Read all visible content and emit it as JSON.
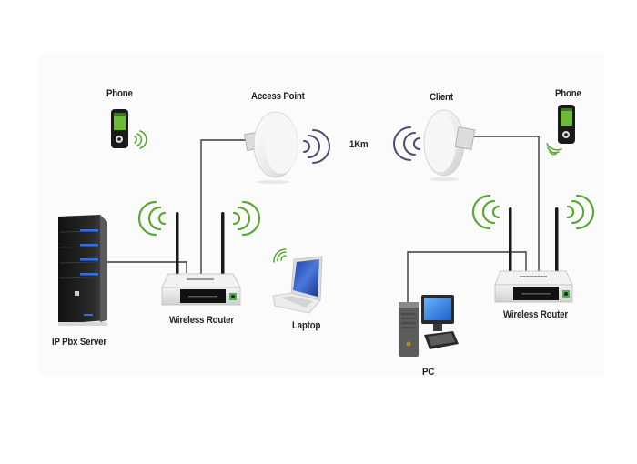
{
  "title": "Wireless point-to-point network with IP PBX",
  "nodes": {
    "phone_left": {
      "label": "Phone"
    },
    "access_point": {
      "label": "Access Point"
    },
    "distance": {
      "label": "1Km"
    },
    "client": {
      "label": "Client"
    },
    "phone_right": {
      "label": "Phone"
    },
    "ip_pbx_server": {
      "label": "IP Pbx Server"
    },
    "router_left": {
      "label": "Wireless Router"
    },
    "laptop": {
      "label": "Laptop"
    },
    "pc": {
      "label": "PC"
    },
    "router_right": {
      "label": "Wireless Router"
    }
  },
  "connections": [
    {
      "from": "IP Pbx Server",
      "to": "Wireless Router (left)",
      "type": "wired"
    },
    {
      "from": "Wireless Router (left)",
      "to": "Access Point",
      "type": "wired"
    },
    {
      "from": "Access Point",
      "to": "Client",
      "type": "wireless",
      "distance": "1Km"
    },
    {
      "from": "Client",
      "to": "Wireless Router (right)",
      "type": "wired"
    },
    {
      "from": "Wireless Router (right)",
      "to": "PC",
      "type": "wired"
    },
    {
      "from": "Wireless Router (left)",
      "to": "Phone (left)",
      "type": "wireless"
    },
    {
      "from": "Wireless Router (left)",
      "to": "Laptop",
      "type": "wireless"
    },
    {
      "from": "Wireless Router (right)",
      "to": "Phone (right)",
      "type": "wireless"
    }
  ],
  "colors": {
    "wifi_green": "#5aa832",
    "radio_wave_purple": "#4a4a78",
    "cable": "#3a3a3a",
    "server_led_blue": "#2f6fe8",
    "screen_blue": "#2a62c9",
    "phone_screen_green": "#6fb83a"
  }
}
